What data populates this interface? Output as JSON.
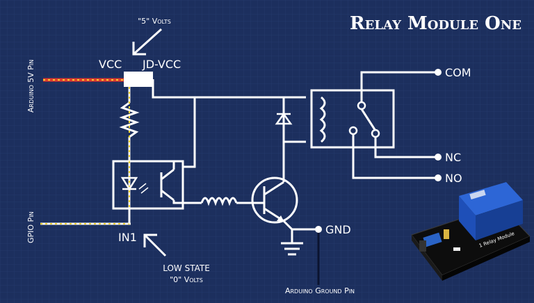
{
  "title": "Relay Module One",
  "labels": {
    "five_volts": "\"5\" Volts",
    "vcc": "VCC",
    "jd_vcc": "JD-VCC",
    "arduino_5v_pin": "Arduino 5V Pin",
    "gpio_pin": "GPIO Pin",
    "in1": "IN1",
    "low_state": "LOW STATE",
    "zero_volts": "\"0\" Volts",
    "com": "COM",
    "nc": "NC",
    "no": "NO",
    "gnd": "GND",
    "arduino_ground_pin": "Arduino Ground Pin"
  },
  "module_photo": {
    "board_label": "1 Relay Module",
    "board_color": "#0d0d0d",
    "relay_color": "#1e4fb8"
  },
  "colors": {
    "background": "#1c2f5e",
    "wire": "#ffffff",
    "highlight_red": "#e23b2e",
    "highlight_yellow": "#f2d230"
  }
}
